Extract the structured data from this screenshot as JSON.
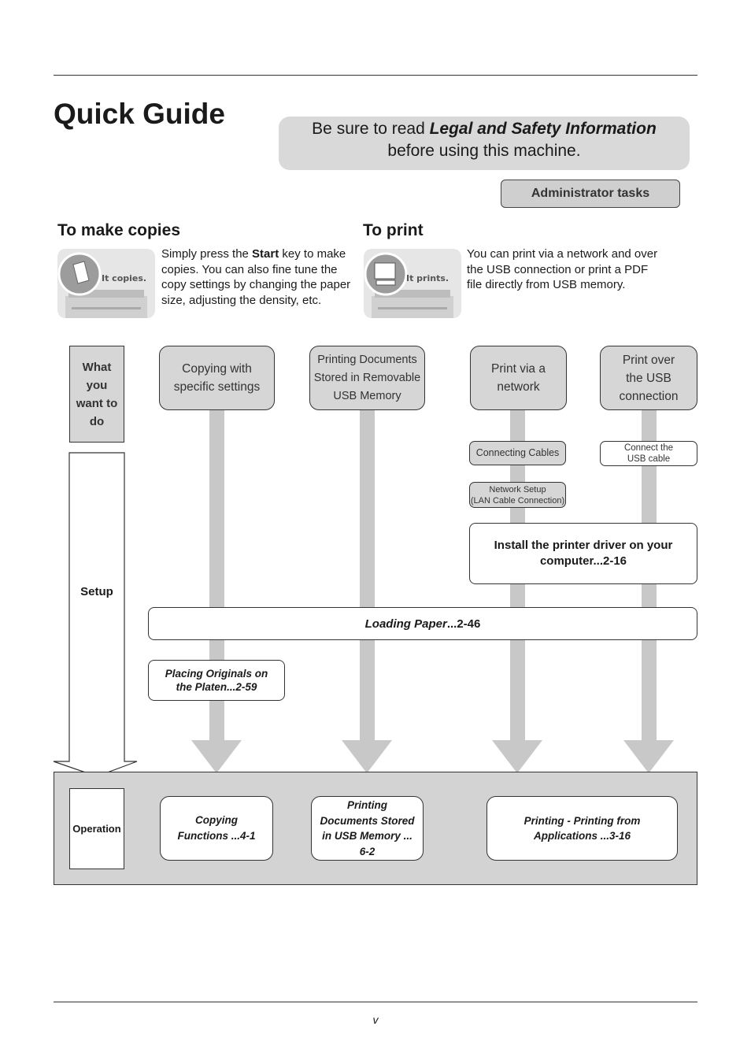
{
  "header": {
    "title": "Quick Guide",
    "notice_line1_prefix": "Be sure to read ",
    "notice_line1_emph": "Legal and Safety Information",
    "notice_line2": "before using this machine.",
    "admin_tasks": "Administrator tasks"
  },
  "copies": {
    "heading": "To make copies",
    "thumb_label": "It copies.",
    "desc_prefix": "Simply press the ",
    "desc_key": "Start",
    "desc_suffix": " key to make copies. You can also fine tune the copy settings by changing the paper size, adjusting the density, etc."
  },
  "print": {
    "heading": "To print",
    "thumb_label": "It prints.",
    "desc": "You can print via a network and over the USB connection or print a PDF file directly from USB memory."
  },
  "flow": {
    "what_label": "What you want to do",
    "setup_label": "Setup",
    "operation_label": "Operation",
    "goals": [
      "Copying with specific settings",
      "Printing Documents Stored in Removable USB Memory",
      "Print via a network",
      "Print over the USB connection"
    ],
    "connecting_cables": "Connecting Cables",
    "connect_usb": "Connect the USB cable",
    "network_setup_1": "Network Setup",
    "network_setup_2": "(LAN Cable Connection)",
    "install_driver": "Install the printer driver on your computer...2-16",
    "loading_paper_emph": "Loading Paper",
    "loading_paper_ref": "...2-46",
    "placing_originals": "Placing Originals on the Platen...2-59",
    "op_copying": "Copying Functions ...4-1",
    "op_usb": "Printing Documents Stored in USB Memory ... 6-2",
    "op_printing": "Printing - Printing from Applications ...3-16"
  },
  "footer": {
    "page": "v"
  },
  "colors": {
    "gray_panel": "#d3d3d3",
    "arrow": "#c8c8c8",
    "notice_bg": "#d9d9d9"
  }
}
